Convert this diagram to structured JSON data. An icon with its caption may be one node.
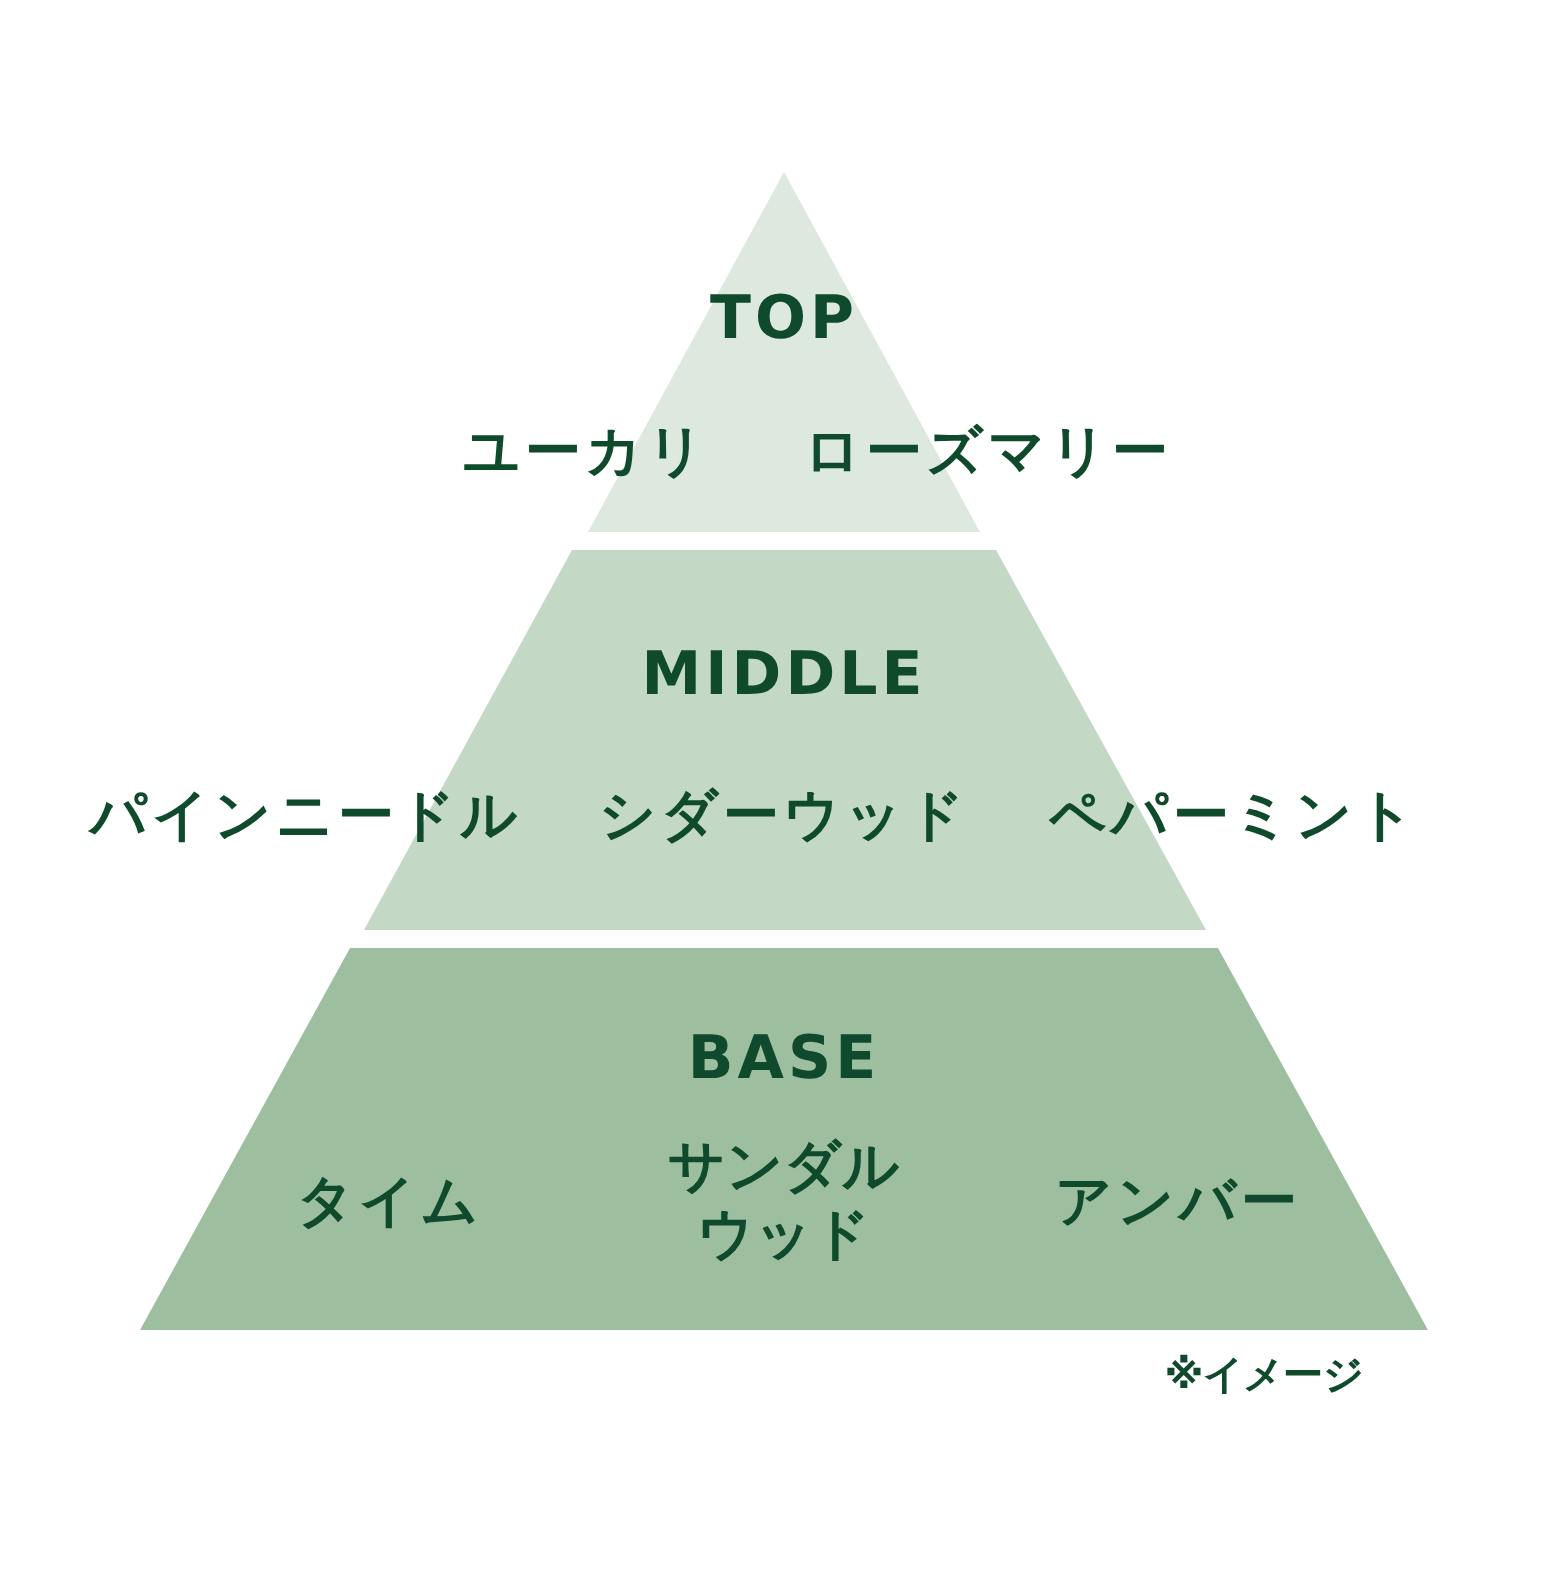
{
  "diagram": {
    "nodes": [
      {
        "text": [
          "TOP",
          "ユーカリ",
          "ローズマリー"
        ]
      },
      {
        "text": [
          "MIDDLE",
          "パインニードル",
          "シダーウッド",
          "ペパーミント"
        ]
      },
      {
        "text": [
          "BASE",
          "タイム",
          "サンダルウッド",
          "アンバー"
        ]
      }
    ],
    "labels": [
      "※イメージ"
    ]
  }
}
